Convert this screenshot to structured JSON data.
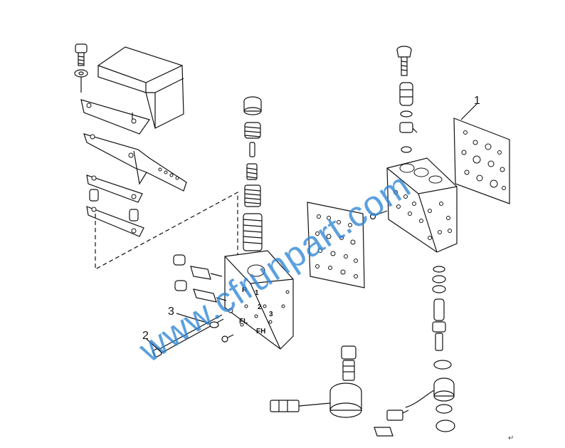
{
  "callouts": [
    {
      "label": "1"
    },
    {
      "label": "2"
    },
    {
      "label": "3"
    }
  ],
  "valve_body_markings": {
    "r": "R",
    "one": "1",
    "two": "2",
    "three": "3",
    "fl": "FL",
    "fh": "FH"
  },
  "watermark": {
    "text": "www.cfrunpart.com",
    "color": "#2f86d6"
  },
  "return_mark": "↵"
}
